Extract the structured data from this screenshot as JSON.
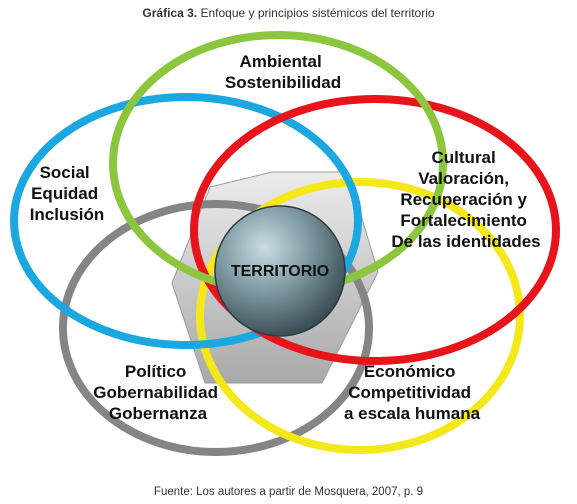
{
  "figure": {
    "title_prefix": "Gráfica 3.",
    "title_text": "Enfoque y principios sistémicos del territorio",
    "source": "Fuente: Los autores a partir de Mosquera, 2007, p. 9"
  },
  "diagram": {
    "center_label": "TERRITORIO",
    "dimensions": [
      {
        "key": "ambiental",
        "color": "#8CC63F",
        "lines": [
          "Ambiental",
          "Sostenibilidad"
        ]
      },
      {
        "key": "social",
        "color": "#1BA7E0",
        "lines": [
          "Social",
          "Equidad",
          "Inclusión"
        ]
      },
      {
        "key": "cultural",
        "color": "#E8141B",
        "lines": [
          "Cultural",
          "Valoración,",
          "Recuperación y",
          "Fortalecimiento",
          "De las identidades"
        ]
      },
      {
        "key": "politico",
        "color": "#858585",
        "lines": [
          "Político",
          "Gobernabilidad",
          "Gobernanza"
        ]
      },
      {
        "key": "economico",
        "color": "#F5E81A",
        "lines": [
          "Económico",
          "Competitividad",
          "a escala humana"
        ]
      }
    ]
  }
}
